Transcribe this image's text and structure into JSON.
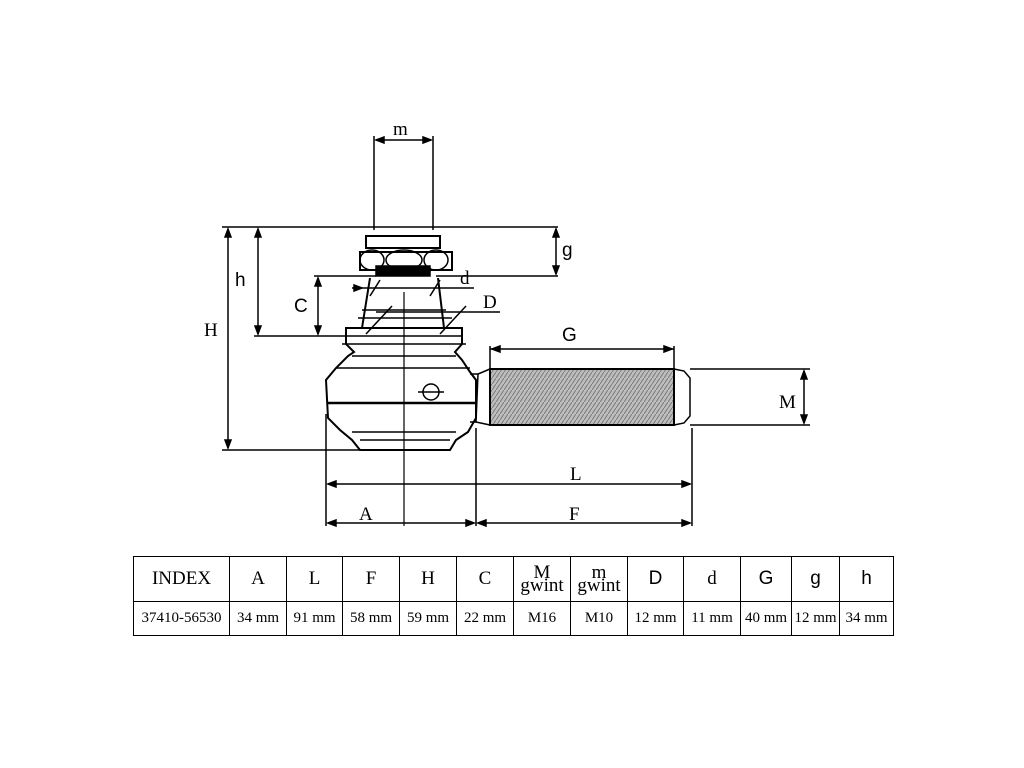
{
  "drawing": {
    "labels": {
      "m": "m",
      "g": "g",
      "h": "h",
      "H": "H",
      "C": "C",
      "d": "d",
      "D": "D",
      "G": "G",
      "M": "M",
      "L": "L",
      "A": "A",
      "F": "F"
    },
    "colors": {
      "line": "#000000",
      "thread": "#a8a8a8"
    }
  },
  "table": {
    "headers": [
      {
        "main": "INDEX"
      },
      {
        "main": "A"
      },
      {
        "main": "L"
      },
      {
        "main": "F"
      },
      {
        "main": "H"
      },
      {
        "main": "C"
      },
      {
        "main": "M",
        "sub": "gwint"
      },
      {
        "main": "m",
        "sub": "gwint"
      },
      {
        "main": "D"
      },
      {
        "main": "d"
      },
      {
        "main": "G"
      },
      {
        "main": "g"
      },
      {
        "main": "h"
      }
    ],
    "values": [
      "37410-56530",
      "34 mm",
      "91 mm",
      "58 mm",
      "59 mm",
      "22 mm",
      "M16",
      "M10",
      "12 mm",
      "11 mm",
      "40 mm",
      "12 mm",
      "34 mm"
    ]
  }
}
